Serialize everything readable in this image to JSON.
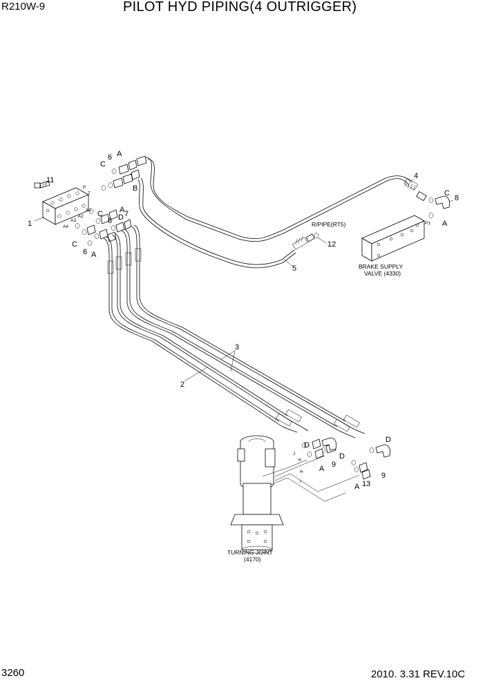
{
  "header": {
    "model": "R210W-9",
    "title": "PILOT HYD PIPING(4 OUTRIGGER)"
  },
  "footer": {
    "page": "3260",
    "date_rev": "2010. 3.31  REV.10C"
  },
  "callouts": {
    "c1": "1",
    "c2": "2",
    "c3": "3",
    "c4": "4",
    "c5": "5",
    "c6a": "6",
    "c6b": "6",
    "c6c": "6",
    "c7": "7",
    "c8": "8",
    "c9a": "9",
    "c9b": "9",
    "c11": "11",
    "c12": "12",
    "c13": "13",
    "A1": "A",
    "A2": "A",
    "A3": "A",
    "A4": "A",
    "A5": "A",
    "A6": "A",
    "B1": "B",
    "C1": "C",
    "C2": "C",
    "C3": "C",
    "C4": "C",
    "D1": "D",
    "D2": "D",
    "D3": "D",
    "D4": "D"
  },
  "port_labels": {
    "P": "P",
    "T": "T",
    "A1": "A1",
    "A2": "A2",
    "A3": "A3",
    "A4": "A4",
    "P1": "P1",
    "J": "J",
    "K": "K",
    "H": "H",
    "I": "I"
  },
  "notes": {
    "rpipe": "R/PIPE(RT5)",
    "brake_line1": "BRAKE SUPPLY",
    "brake_line2": "VALVE (4330)",
    "turning_line1": "TURNING JOINT",
    "turning_line2": "(4170)"
  }
}
